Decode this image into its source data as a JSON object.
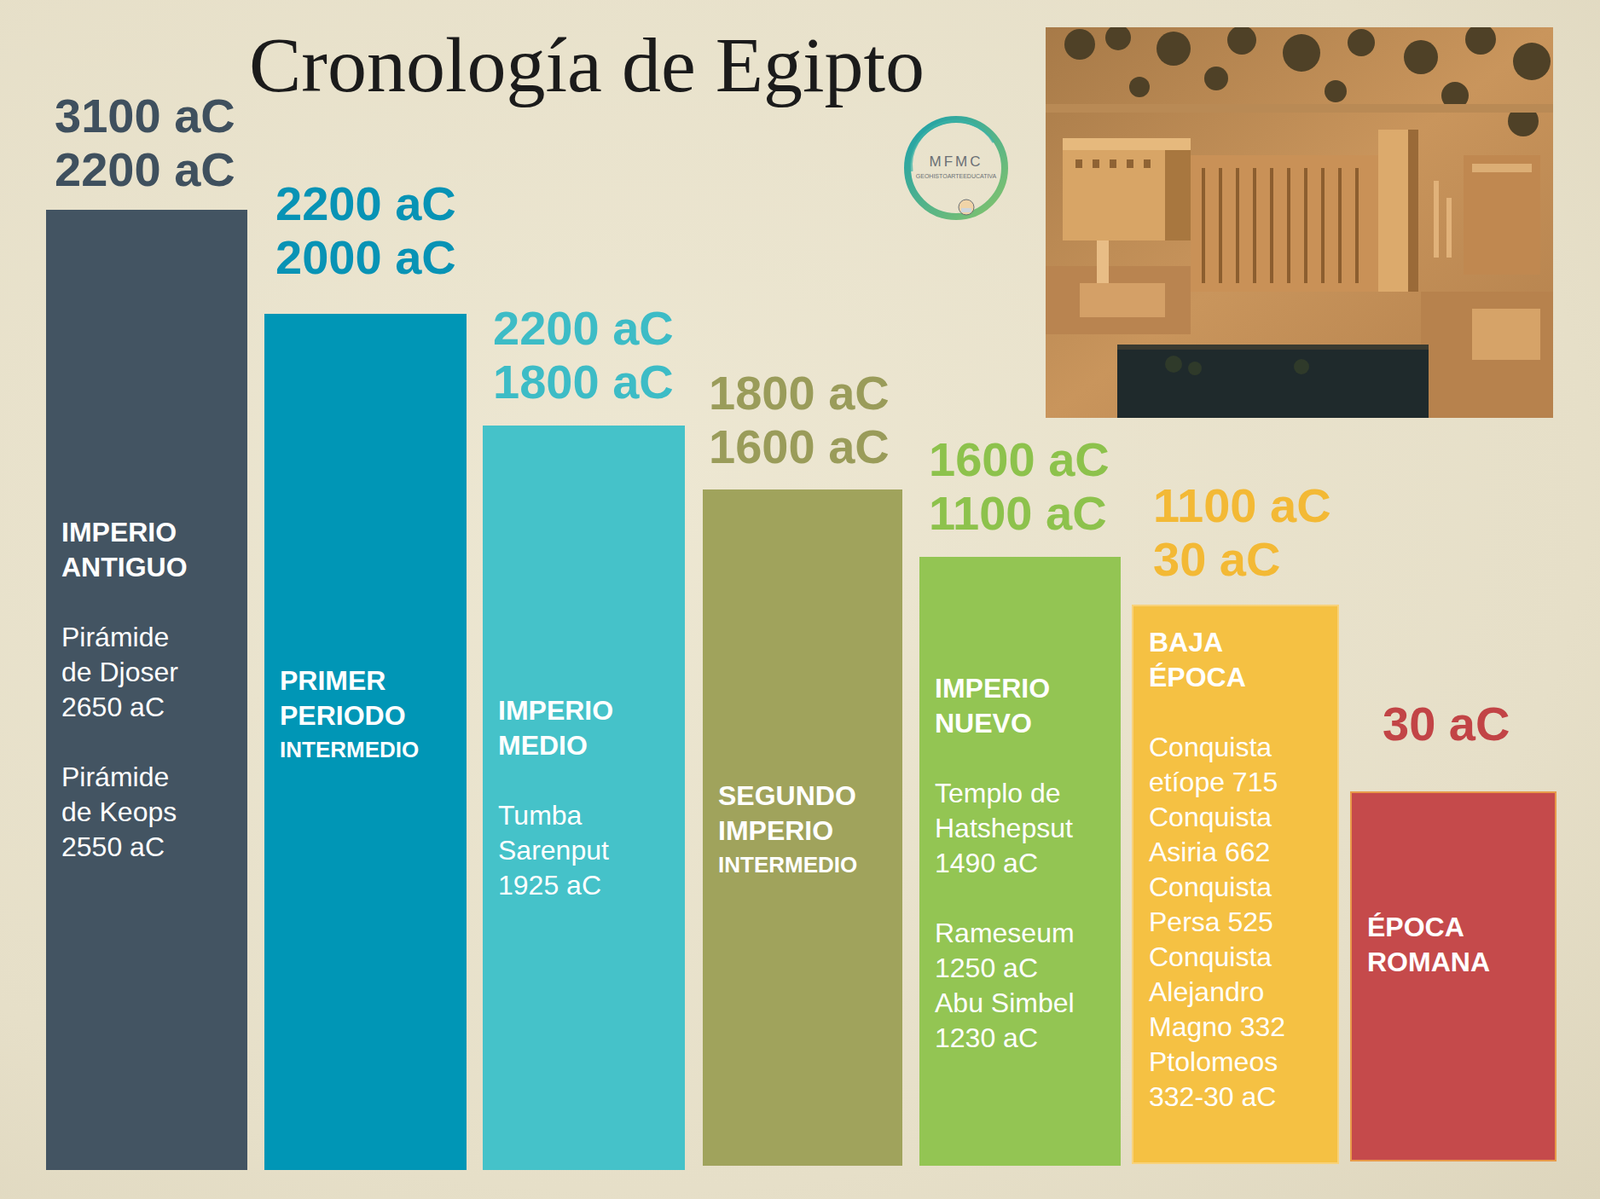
{
  "diagram": {
    "title": "Cronología de Egipto",
    "nodes": [
      {
        "text": [
          "3100 aC 2200 aC",
          "IMPERIO ANTIGUO",
          "Pirámide de Djoser 2650 aC",
          "Pirámide de Keops 2550 aC"
        ]
      },
      {
        "text": [
          "2200 aC 2000 aC",
          "PRIMER PERIODO",
          "INTERMEDIO"
        ]
      },
      {
        "text": [
          "2200 aC 1800 aC",
          "IMPERIO MEDIO",
          "Tumba Sarenput 1925 aC"
        ]
      },
      {
        "text": [
          "1800 aC 1600 aC",
          "SEGUNDO IMPERIO",
          "INTERMEDIO"
        ]
      },
      {
        "text": [
          "1600 aC 1100 aC",
          "IMPERIO NUEVO",
          "Templo de Hatshepsut 1490 aC",
          "Rameseum 1250 aC",
          "Abu Simbel 1230 aC"
        ]
      },
      {
        "text": [
          "1100 aC 30 aC",
          "BAJA ÉPOCA",
          "Conquista etíope 715",
          "Conquista Asiria 662",
          "Conquista Persa 525",
          "Conquista Alejandro Magno 332",
          "Ptolomeos 332-30 aC"
        ]
      },
      {
        "text": [
          "30 aC",
          "ÉPOCA ROMANA"
        ]
      }
    ],
    "labels": [
      "MFMC",
      "GEOHISTOARTEEDUCATIVA"
    ]
  }
}
